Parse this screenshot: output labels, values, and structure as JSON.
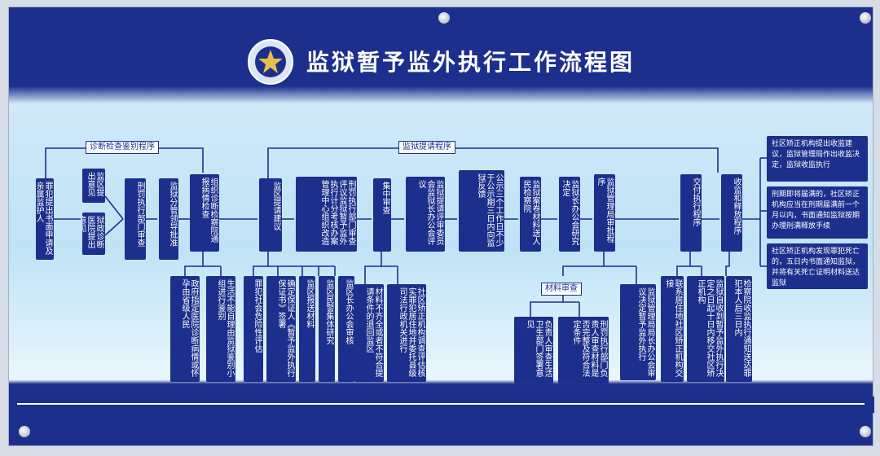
{
  "title": "监狱暂予监外执行工作流程图",
  "emblem_icon": "prison-police-emblem",
  "labels": {
    "diagnosis_procedure": "诊断检查鉴别程序",
    "proposal_procedure": "监狱提请程序",
    "materials_review": "材料审查"
  },
  "main_flow": [
    "罪犯提出书面申请及亲属监护人",
    "监区提出意见",
    "狱政诊断医院提出意见",
    "刑罚执行部门审查",
    "监狱分管领导批准",
    "组织诊断检察院通报病情检查",
    "监区提请建议",
    "刑罚执行部门审查评议监狱暂予监外执行计分考核办案管理中心组织改造",
    "集中审查",
    "监狱提请评审委员会监狱长办公会评议",
    "公示三个工作日不少于公示期三日内向监狱反馈",
    "监狱案卷材料送人民检察院",
    "监狱长办公会研究决定",
    "监狱管理局审批程序",
    "交付执行程序",
    "收监和释放程序"
  ],
  "sub_diagnosis": [
    "政府指定医院诊断病情或怀孕由省级人民",
    "生活不能自理由监狱鉴别小组进行鉴别"
  ],
  "sub_proposal": [
    "罪犯社会危险性评估",
    "确定保证人《暂予监外执行保证书》签署",
    "监区报送材料",
    "监区民警集体研究",
    "监区长办公会审核"
  ],
  "sub_central": [
    "材料不齐全或者不符合提请条件的退回监区",
    "社区矫正机构调查评估核实罪犯居住地并委托县级司法行政机关进行"
  ],
  "sub_materials": [
    "负责人审查生活卫生部门签署意见",
    "刑罚执行部门负责人审查材料是否完整及符合法定条件"
  ],
  "bureau_decision": "监狱管理局局长办公会审议决定暂予监外执行",
  "delivery_subs": [
    "联系居住地社区矫正机构交接",
    "监狱自收到暂予监外执行决定之日起十日内移交社区矫正机构"
  ],
  "release_sub": "检察院收监执行通知送达罪犯本人后三日内",
  "right_notes": [
    "社区矫正机构提出收监建议，监狱管理局作出收监决定，监狱收监执行",
    "刑期即将届满的，社区矫正机构应当在刑期届满前一个月以内，书面通知监狱按期办理刑满释放手续",
    "社区矫正机构发现罪犯死亡的，五日内书面通知监狱，并将有关死亡证明材料送达监狱"
  ]
}
